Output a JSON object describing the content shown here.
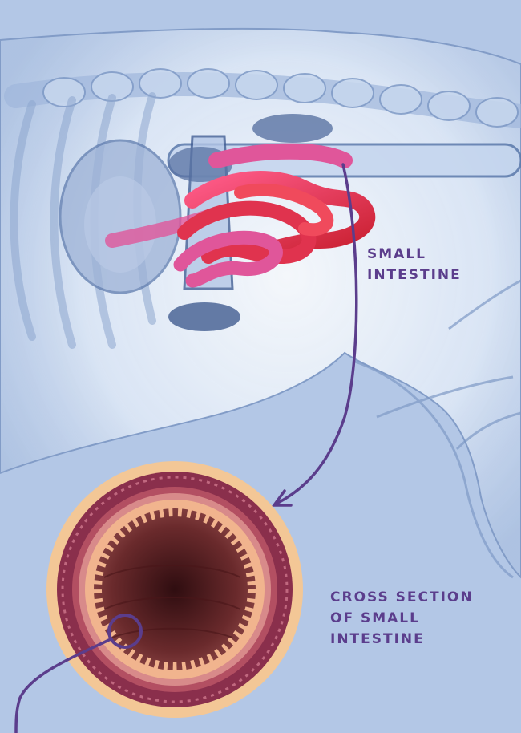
{
  "labels": {
    "small_intestine": [
      "SMALL",
      "INTESTINE"
    ],
    "cross_section": [
      "CROSS SECTION",
      "OF SMALL",
      "INTESTINE"
    ]
  },
  "colors": {
    "background": "#b3c7e6",
    "arrow": "#5b3d8c",
    "intestine_red": "#e0334e",
    "intestine_pink": "#e0569a",
    "body_glass": "#e8f0fb",
    "wall_outer": "#f2c9a0",
    "wall_muscle": "#8f3a52",
    "lumen": "#5a1f24"
  }
}
